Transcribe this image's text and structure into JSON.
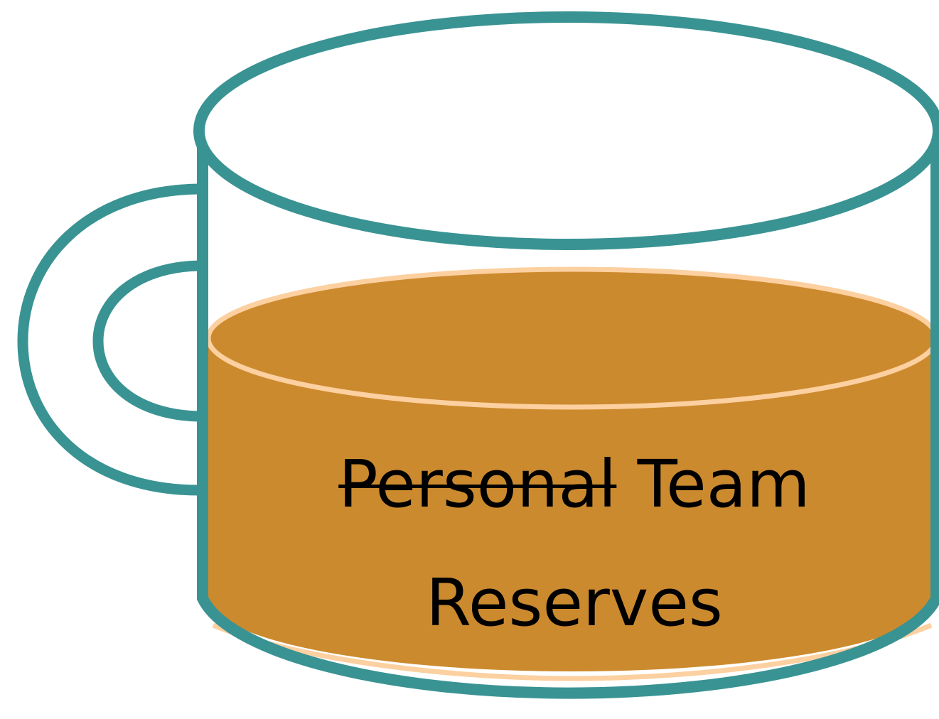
{
  "label": {
    "struck_word": "Personal",
    "replacement_word": "Team",
    "second_line": "Reserves"
  },
  "colors": {
    "outline": "#3a9393",
    "liquid": "#cc8a2e",
    "liquid_highlight": "#fcd0a0",
    "background": "#ffffff",
    "text": "#000000"
  },
  "liquid_level": 0.55
}
